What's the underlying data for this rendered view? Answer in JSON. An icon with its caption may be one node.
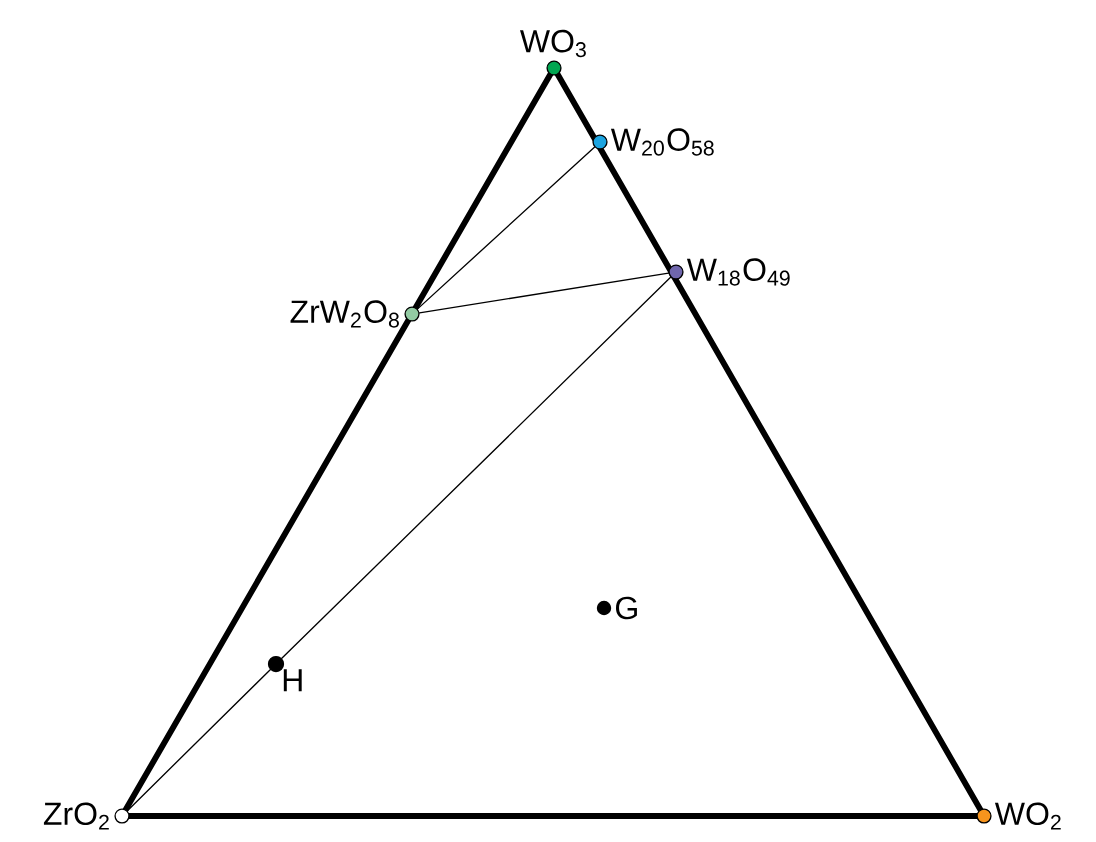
{
  "diagram": {
    "nodes": [
      {
        "text": [
          "WO$_{3}$"
        ]
      },
      {
        "text": [
          "W$_{20}$O$_{58}$"
        ]
      },
      {
        "text": [
          "W$_{18}$O$_{49}$"
        ]
      },
      {
        "text": [
          "ZrW$_{2}$O$_{8}$"
        ]
      },
      {
        "text": [
          "G"
        ]
      },
      {
        "text": [
          "H"
        ]
      },
      {
        "text": [
          "ZrO$_{2}$"
        ]
      },
      {
        "text": [
          "WO$_{2}$"
        ]
      }
    ],
    "edges": [
      {
        "from": 3,
        "to": 1,
        "arrow": "none"
      },
      {
        "from": 3,
        "to": 2,
        "arrow": "none"
      },
      {
        "from": 6,
        "to": 5,
        "arrow": "none"
      },
      {
        "from": 5,
        "to": 2,
        "arrow": "none"
      }
    ]
  }
}
